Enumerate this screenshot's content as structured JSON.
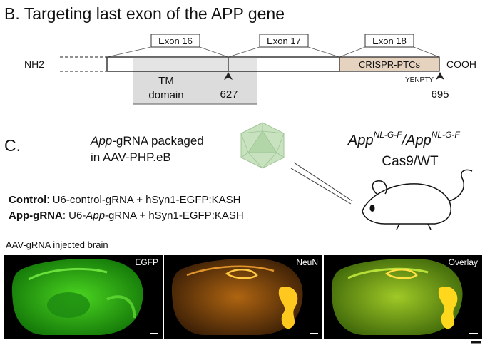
{
  "panel_b": {
    "title": "B. Targeting last exon of the APP gene",
    "nh2": "NH2",
    "cooh": "COOH",
    "exons": [
      "Exon 16",
      "Exon 17",
      "Exon 18"
    ],
    "tm_line1": "TM",
    "tm_line2": "domain",
    "crispr_label": "CRISPR-PTCs",
    "yenpty": "YENPTY",
    "pos1": "627",
    "pos2": "695",
    "colors": {
      "tm_shade": "#dcdcdc",
      "crispr_fill": "#e6d3bf",
      "yenpty": "#d22b2b"
    }
  },
  "panel_c": {
    "label": "C.",
    "app_italic": "App",
    "gRNA_suffix": "-gRNA packaged",
    "aav_line": "in AAV-PHP.eB",
    "genotype_app1": "App",
    "genotype_sup1": "NL-G-F",
    "genotype_slash": "/",
    "genotype_app2": "App",
    "genotype_sup2": "NL-G-F",
    "genotype_line2": "Cas9/WT",
    "control_label": "Control",
    "control_text": ": U6-control-gRNA + hSyn1-EGFP:KASH",
    "appgrna_label": "App-gRNA",
    "appgrna_text_a": ": U6-",
    "appgrna_text_b": "App",
    "appgrna_text_c": "-gRNA + hSyn1-EGFP:KASH",
    "brain_title": "AAV-gRNA injected brain",
    "images": [
      {
        "label": "EGFP",
        "color": "#38c418"
      },
      {
        "label": "NeuN",
        "color": "#e89a14"
      },
      {
        "label": "Overlay",
        "color": "#b6d428"
      }
    ],
    "capsid_color": "#c8e2c0"
  }
}
